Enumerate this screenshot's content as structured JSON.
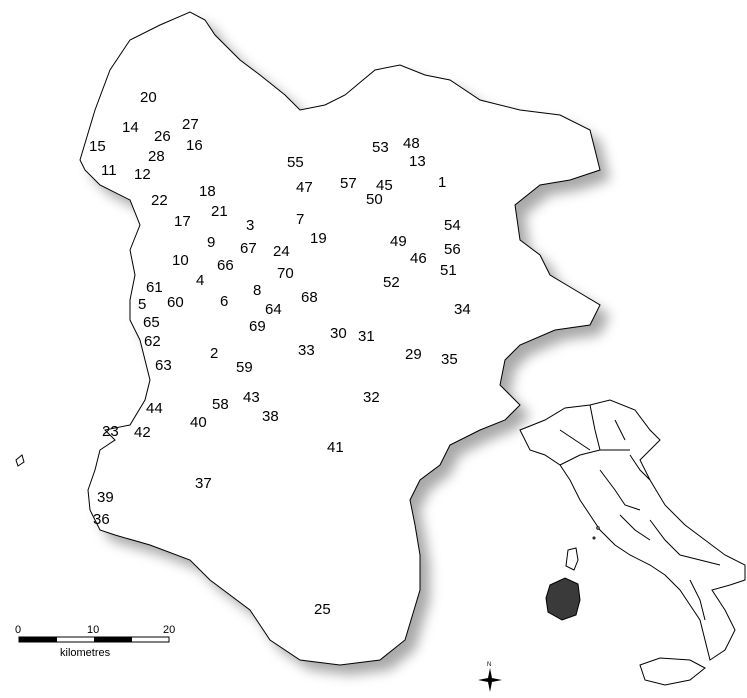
{
  "map": {
    "sites": [
      "1",
      "2",
      "3",
      "4",
      "5",
      "6",
      "7",
      "8",
      "9",
      "10",
      "11",
      "12",
      "13",
      "14",
      "15",
      "16",
      "17",
      "18",
      "19",
      "20",
      "21",
      "22",
      "23",
      "24",
      "25",
      "26",
      "27",
      "28",
      "29",
      "30",
      "31",
      "32",
      "33",
      "34",
      "35",
      "36",
      "37",
      "38",
      "39",
      "40",
      "41",
      "42",
      "43",
      "44",
      "45",
      "46",
      "47",
      "48",
      "49",
      "50",
      "51",
      "52",
      "53",
      "54",
      "55",
      "56",
      "57",
      "58",
      "59",
      "60",
      "61",
      "62",
      "63",
      "64",
      "65",
      "66",
      "67",
      "68",
      "69",
      "70"
    ],
    "colors": {
      "land": "#ffffff",
      "outline": "#000000",
      "shadow": "#9a9a9a",
      "highlight": "#3a3a3a"
    }
  },
  "scale_bar": {
    "ticks": [
      "0",
      "10",
      "20"
    ],
    "unit": "kilometres"
  },
  "compass": {
    "label": "N"
  }
}
